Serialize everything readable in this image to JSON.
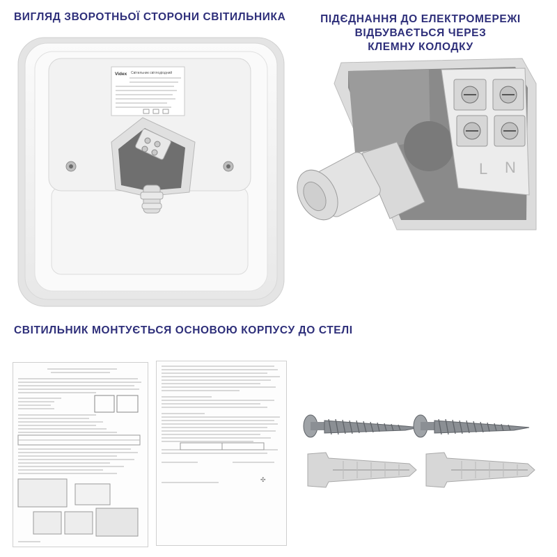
{
  "captions": {
    "rear_view": "ВИГЛЯД ЗВОРОТНЬОЇ СТОРОНИ СВІТИЛЬНИКА",
    "connection_line1": "ПІДЄДНАННЯ ДО ЕЛЕКТРОМЕРЕЖІ",
    "connection_line2": "ВІДБУВАЄТЬСЯ ЧЕРЕЗ",
    "connection_line3": "КЛЕМНУ КОЛОДКУ",
    "mounting": "СВІТИЛЬНИК МОНТУЄТЬСЯ ОСНОВОЮ КОРПУСУ ДО СТЕЛІ"
  },
  "label_sticker": {
    "brand": "Videx",
    "heading": "Світильник світлодіодний"
  },
  "terminal_marks": [
    "L",
    "N"
  ],
  "colors": {
    "caption": "#2e2f7a",
    "housing": "#f4f4f4",
    "box_interior": "#8a8a8a",
    "plug": "#d7d7d7",
    "screw": "#8b8f94"
  }
}
